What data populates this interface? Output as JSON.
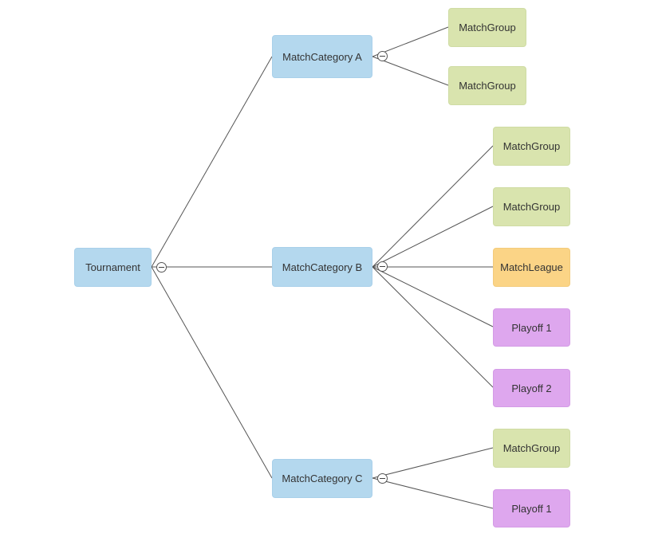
{
  "diagram": {
    "root": {
      "id": "tournament",
      "label": "Tournament",
      "color": "blue"
    },
    "categories": [
      {
        "id": "category-a",
        "label": "MatchCategory A",
        "color": "blue",
        "collapse_icon": "minus-circle-icon",
        "children": [
          {
            "id": "a-group-1",
            "label": "MatchGroup",
            "color": "green"
          },
          {
            "id": "a-group-2",
            "label": "MatchGroup",
            "color": "green"
          }
        ]
      },
      {
        "id": "category-b",
        "label": "MatchCategory B",
        "color": "blue",
        "collapse_icon": "minus-circle-icon",
        "children": [
          {
            "id": "b-group-1",
            "label": "MatchGroup",
            "color": "green"
          },
          {
            "id": "b-group-2",
            "label": "MatchGroup",
            "color": "green"
          },
          {
            "id": "b-league",
            "label": "MatchLeague",
            "color": "orange"
          },
          {
            "id": "b-playoff-1",
            "label": "Playoff 1",
            "color": "purple"
          },
          {
            "id": "b-playoff-2",
            "label": "Playoff 2",
            "color": "purple"
          }
        ]
      },
      {
        "id": "category-c",
        "label": "MatchCategory C",
        "color": "blue",
        "collapse_icon": "minus-circle-icon",
        "children": [
          {
            "id": "c-group-1",
            "label": "MatchGroup",
            "color": "green"
          },
          {
            "id": "c-playoff-1",
            "label": "Playoff 1",
            "color": "purple"
          }
        ]
      }
    ],
    "root_collapse_icon": "minus-circle-icon",
    "colors": {
      "blue": "#b4d8ee",
      "green": "#d9e4ae",
      "orange": "#fbd486",
      "purple": "#dea7ee",
      "edge": "#555555"
    }
  }
}
